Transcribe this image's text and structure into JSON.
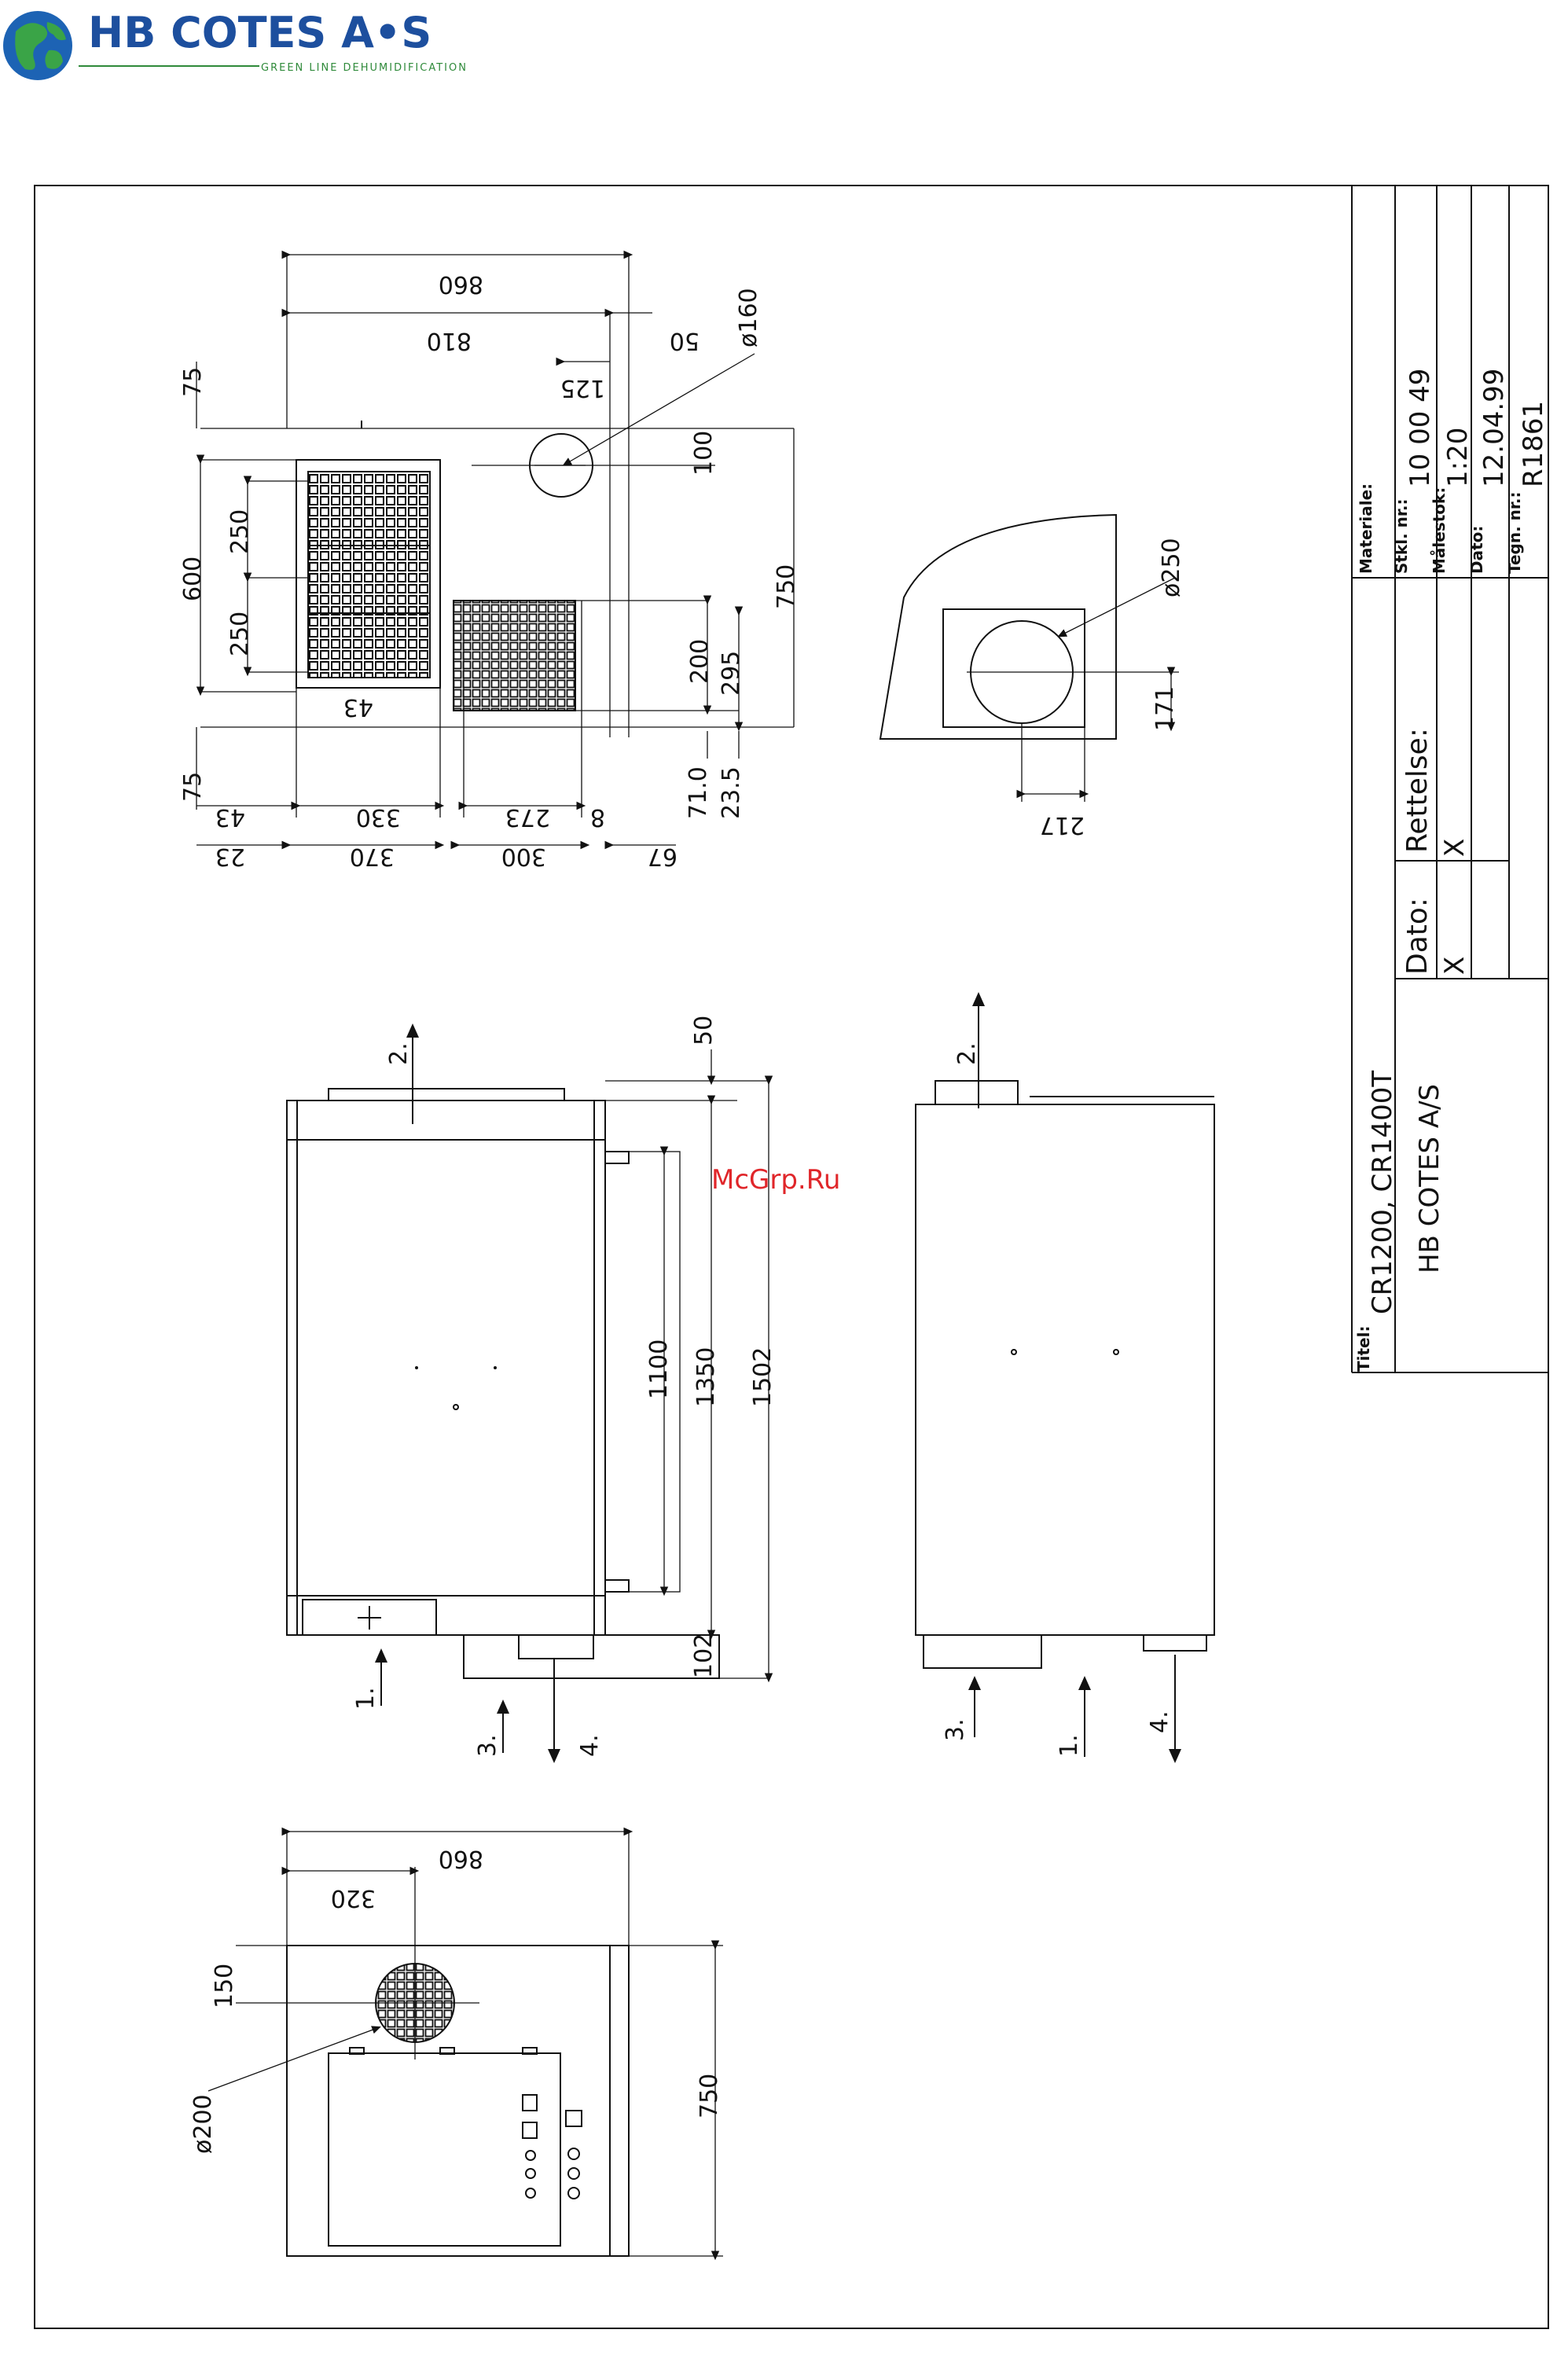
{
  "header": {
    "brand": "HB COTES A•S",
    "tagline": "GREEN LINE DEHUMIDIFICATION"
  },
  "title_block": {
    "materiale_label": "Materiale:",
    "stkl_label": "Stkl. nr.:",
    "stkl_value": "10 00 49",
    "malestok_label": "Målestok:",
    "malestok_value": "1:20",
    "dato_label": "Dato:",
    "dato_value": "12.04.99",
    "tegn_label": "Tegn. nr.:",
    "tegn_value": "R1861",
    "rettelse_label": "Rettelse:",
    "rettelse_value": "X",
    "dato2_label": "Dato:",
    "dato2_value": "X",
    "titel_label": "Titel:",
    "titel_value": "CR1200, CR1400T",
    "company": "HB COTES A/S"
  },
  "watermark": "McGrp.Ru",
  "top_view": {
    "d860": "860",
    "d810": "810",
    "d50": "50",
    "d125": "125",
    "dia160": "ø160",
    "d100": "100",
    "d75a": "75",
    "d600": "600",
    "d250a": "250",
    "d250b": "250",
    "d43a": "43",
    "d750": "750",
    "d200": "200",
    "d295": "295",
    "d75b": "75",
    "d710": "71.0",
    "d235": "23.5",
    "d43b": "43",
    "d330": "330",
    "d273": "273",
    "d8": "8",
    "d23": "23",
    "d370": "370",
    "d300": "300",
    "d67": "67"
  },
  "detail_view": {
    "dia250": "ø250",
    "d171": "171",
    "d217": "217"
  },
  "side_view": {
    "d50": "50",
    "d1100": "1100",
    "d1350": "1350",
    "d1502": "1502",
    "d102": "102",
    "arrow1": "1.",
    "arrow2": "2.",
    "arrow3": "3.",
    "arrow4": "4."
  },
  "front_view": {
    "arrow1": "1.",
    "arrow2": "2.",
    "arrow3": "3.",
    "arrow4": "4."
  },
  "bottom_view": {
    "d860": "860",
    "d320": "320",
    "d150": "150",
    "d750": "750",
    "dia200": "ø200"
  }
}
